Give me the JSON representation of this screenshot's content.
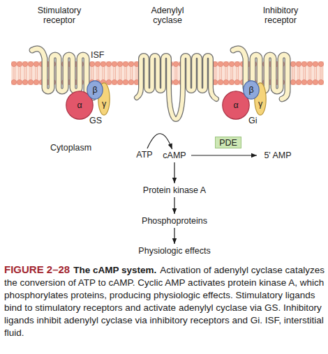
{
  "diagram": {
    "caption": "Activation of adenylyl cyclase catalyzes the conversion of ATP to cAMP. Cyclic AMP activates protein kinase A, which phosphorylates proteins, producing physiologic effects. Stimulatory ligands bind to stimulatory receptors and activate adenylyl cyclase via GS. Inhibitory ligands inhibit adenylyl cyclase via inhibitory receptors and Gi. ISF, interstitial fluid.",
    "nodes": [
      {
        "text": [
          "α"
        ]
      },
      {
        "text": [
          "β"
        ]
      },
      {
        "text": [
          "γ"
        ]
      },
      {
        "text": [
          "α"
        ]
      },
      {
        "text": [
          "β"
        ]
      },
      {
        "text": [
          "γ"
        ]
      },
      {
        "text": [
          "PDE"
        ]
      },
      {
        "text": [
          "ATP"
        ]
      },
      {
        "text": [
          "cAMP"
        ]
      },
      {
        "text": [
          "5' AMP"
        ]
      },
      {
        "text": [
          "Protein kinase A"
        ]
      },
      {
        "text": [
          "Phosphoproteins"
        ]
      },
      {
        "text": [
          "Physiologic effects"
        ]
      }
    ],
    "edges": [
      {
        "from": 7,
        "to": 8,
        "arrow": "to"
      },
      {
        "from": 8,
        "to": 9,
        "arrow": "to"
      },
      {
        "from": 8,
        "to": 10,
        "arrow": "to"
      },
      {
        "from": 10,
        "to": 11,
        "arrow": "to"
      },
      {
        "from": 11,
        "to": 12,
        "arrow": "to"
      }
    ],
    "labels": [
      "Stimulatory receptor",
      "Adenylyl cyclase",
      "Inhibitory receptor",
      "ISF",
      "GS",
      "Gi",
      "Cytoplasm",
      "FIGURE 2–28",
      "The cAMP system."
    ]
  }
}
